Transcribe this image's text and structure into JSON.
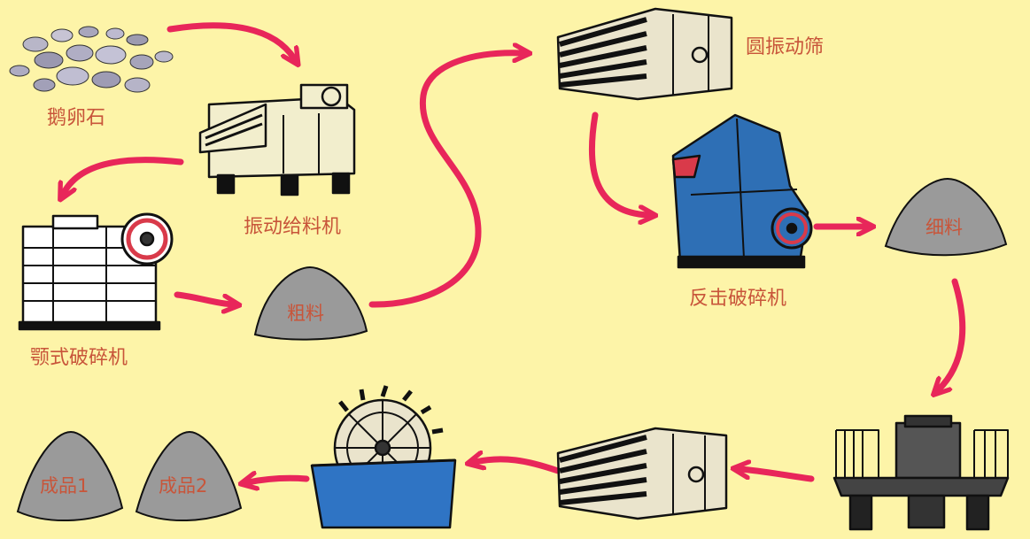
{
  "colors": {
    "background": "#fdf4a8",
    "label": "#c8553a",
    "arrow": "#e8265a",
    "pile": "#9a9a9a",
    "machine_body": "#f2eecd",
    "crusher_blue": "#2e6fb5",
    "washer_blue": "#2f74c4",
    "outline": "#111111"
  },
  "nodes": {
    "pebbles": {
      "label": "鹅卵石",
      "icon": "pebbles-icon"
    },
    "vibrating_feeder": {
      "label": "振动给料机",
      "icon": "vibrating-feeder-icon"
    },
    "jaw_crusher": {
      "label": "颚式破碎机",
      "icon": "jaw-crusher-icon"
    },
    "coarse": {
      "label": "粗料",
      "icon": "stockpile-icon"
    },
    "circular_screen": {
      "label": "圆振动筛",
      "icon": "vibrating-screen-icon"
    },
    "impact_crusher": {
      "label": "反击破碎机",
      "icon": "impact-crusher-icon"
    },
    "fine": {
      "label": "细料",
      "icon": "stockpile-icon"
    },
    "sand_maker": {
      "label": "",
      "icon": "vsi-sand-maker-icon"
    },
    "screen_2": {
      "label": "",
      "icon": "vibrating-screen-icon"
    },
    "sand_washer": {
      "label": "",
      "icon": "wheel-sand-washer-icon"
    },
    "product_1": {
      "label": "成品1",
      "icon": "stockpile-icon"
    },
    "product_2": {
      "label": "成品2",
      "icon": "stockpile-icon"
    }
  },
  "flow": [
    [
      "pebbles",
      "vibrating_feeder"
    ],
    [
      "vibrating_feeder",
      "jaw_crusher"
    ],
    [
      "jaw_crusher",
      "coarse"
    ],
    [
      "coarse",
      "circular_screen"
    ],
    [
      "circular_screen",
      "impact_crusher"
    ],
    [
      "impact_crusher",
      "fine"
    ],
    [
      "fine",
      "sand_maker"
    ],
    [
      "sand_maker",
      "screen_2"
    ],
    [
      "screen_2",
      "sand_washer"
    ],
    [
      "sand_washer",
      "product_2"
    ]
  ]
}
